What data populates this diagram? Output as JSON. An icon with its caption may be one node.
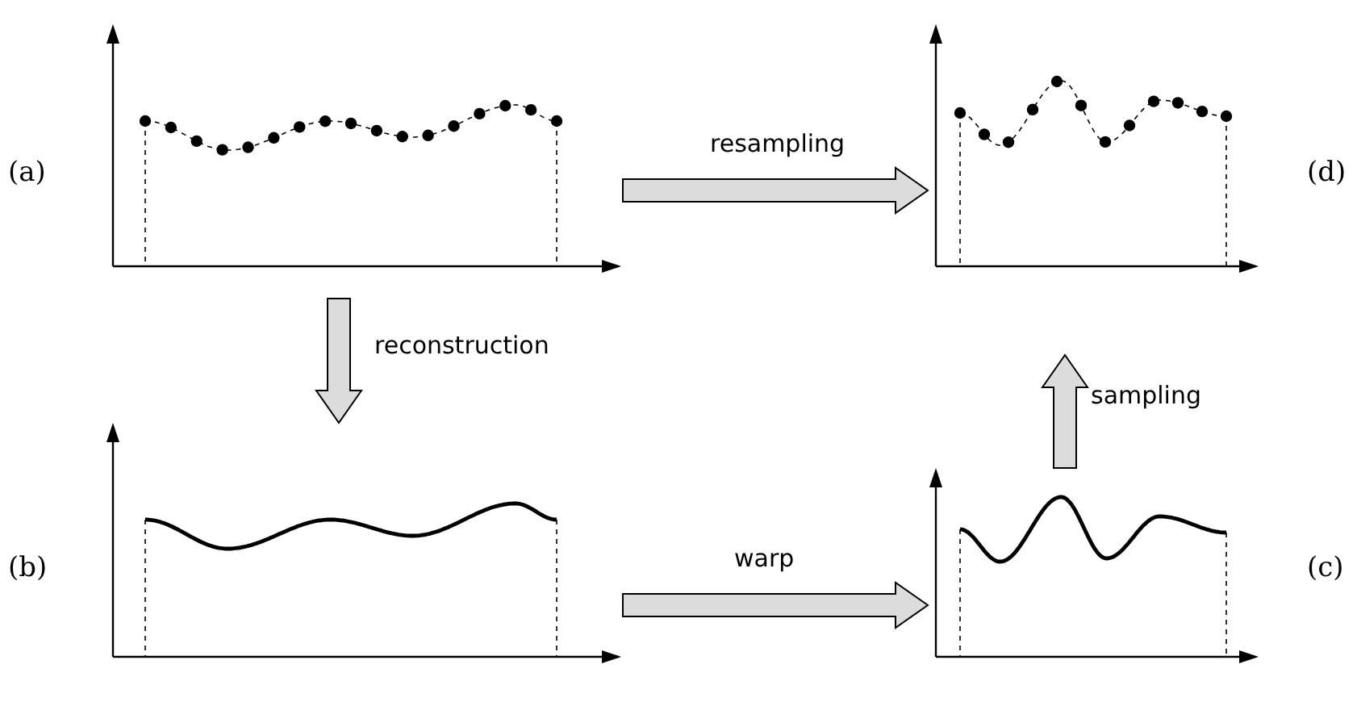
{
  "diagram": {
    "nodes": [
      {
        "text": [],
        "shape": "picture",
        "beside": [
          "(a)"
        ]
      },
      {
        "text": [],
        "shape": "picture",
        "beside": [
          "(d)"
        ]
      },
      {
        "text": [],
        "shape": "picture",
        "beside": [
          "(b)"
        ]
      },
      {
        "text": [],
        "shape": "picture",
        "beside": [
          "(c)"
        ]
      }
    ],
    "edges": [
      {
        "from": 0,
        "to": 1,
        "arrow": "to",
        "label": "resampling"
      },
      {
        "from": 0,
        "to": 2,
        "arrow": "to",
        "label": "reconstruction"
      },
      {
        "from": 2,
        "to": 3,
        "arrow": "to",
        "label": "warp"
      },
      {
        "from": 3,
        "to": 1,
        "arrow": "to",
        "label": "sampling"
      }
    ]
  }
}
